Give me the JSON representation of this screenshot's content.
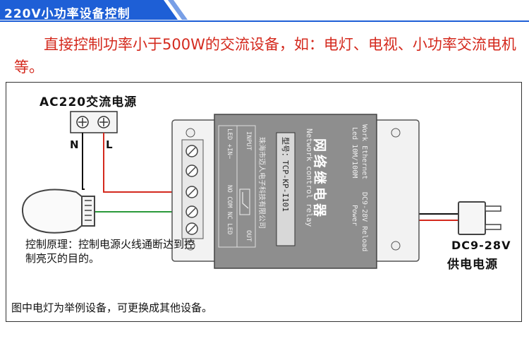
{
  "header": {
    "title": "220V小功率设备控制",
    "bar_color": "#1e5fd6"
  },
  "intro": {
    "text": "直接控制功率小于500W的交流设备，如：电灯、电视、小功率交流电机等。",
    "color": "#d42a1e"
  },
  "diagram": {
    "ac_source_label": "AC220交流电源",
    "neutral_label": "N",
    "live_label": "L",
    "principle_text": "控制原理：控制电源火线通断达到控制亮灭的目的。",
    "dc_label_line1": "DC9-28V",
    "dc_label_line2": "供电电源",
    "note_text": "图中电灯为举例设备，可更换成其他设备。",
    "module": {
      "name_cn": "网络继电器",
      "name_en": "Network control relay",
      "model": "型号：TCP-KP-I101",
      "maker": "珠海市迈人电子科技有限公司",
      "status_leds": "Work  Ethernet",
      "led_row": "Led  10M/100M",
      "power": "DC9-28V Reload",
      "power2": "Power",
      "input_label": "LED  +IN−",
      "input_title": "INPUT",
      "output_label": "NO COM NC LED",
      "output_title": "OUT"
    },
    "wire_colors": {
      "live": "#d42a1e",
      "neutral": "#111111",
      "switched": "#2a9a3a"
    }
  }
}
